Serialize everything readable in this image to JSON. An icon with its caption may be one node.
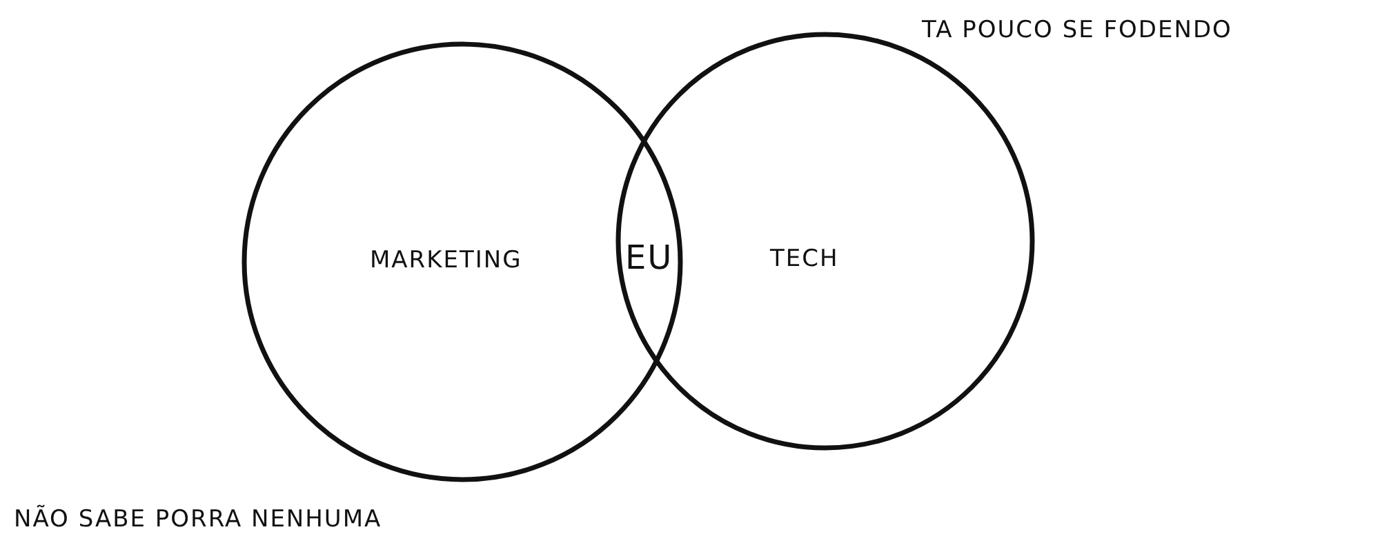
{
  "diagram": {
    "nodes": [
      {
        "text": [
          "MARKETING"
        ]
      },
      {
        "text": [
          "TECH"
        ]
      }
    ],
    "labels": [
      "TA POUCO SE FODENDO",
      "EU",
      "NÃO SABE PORRA NENHUMA"
    ]
  }
}
